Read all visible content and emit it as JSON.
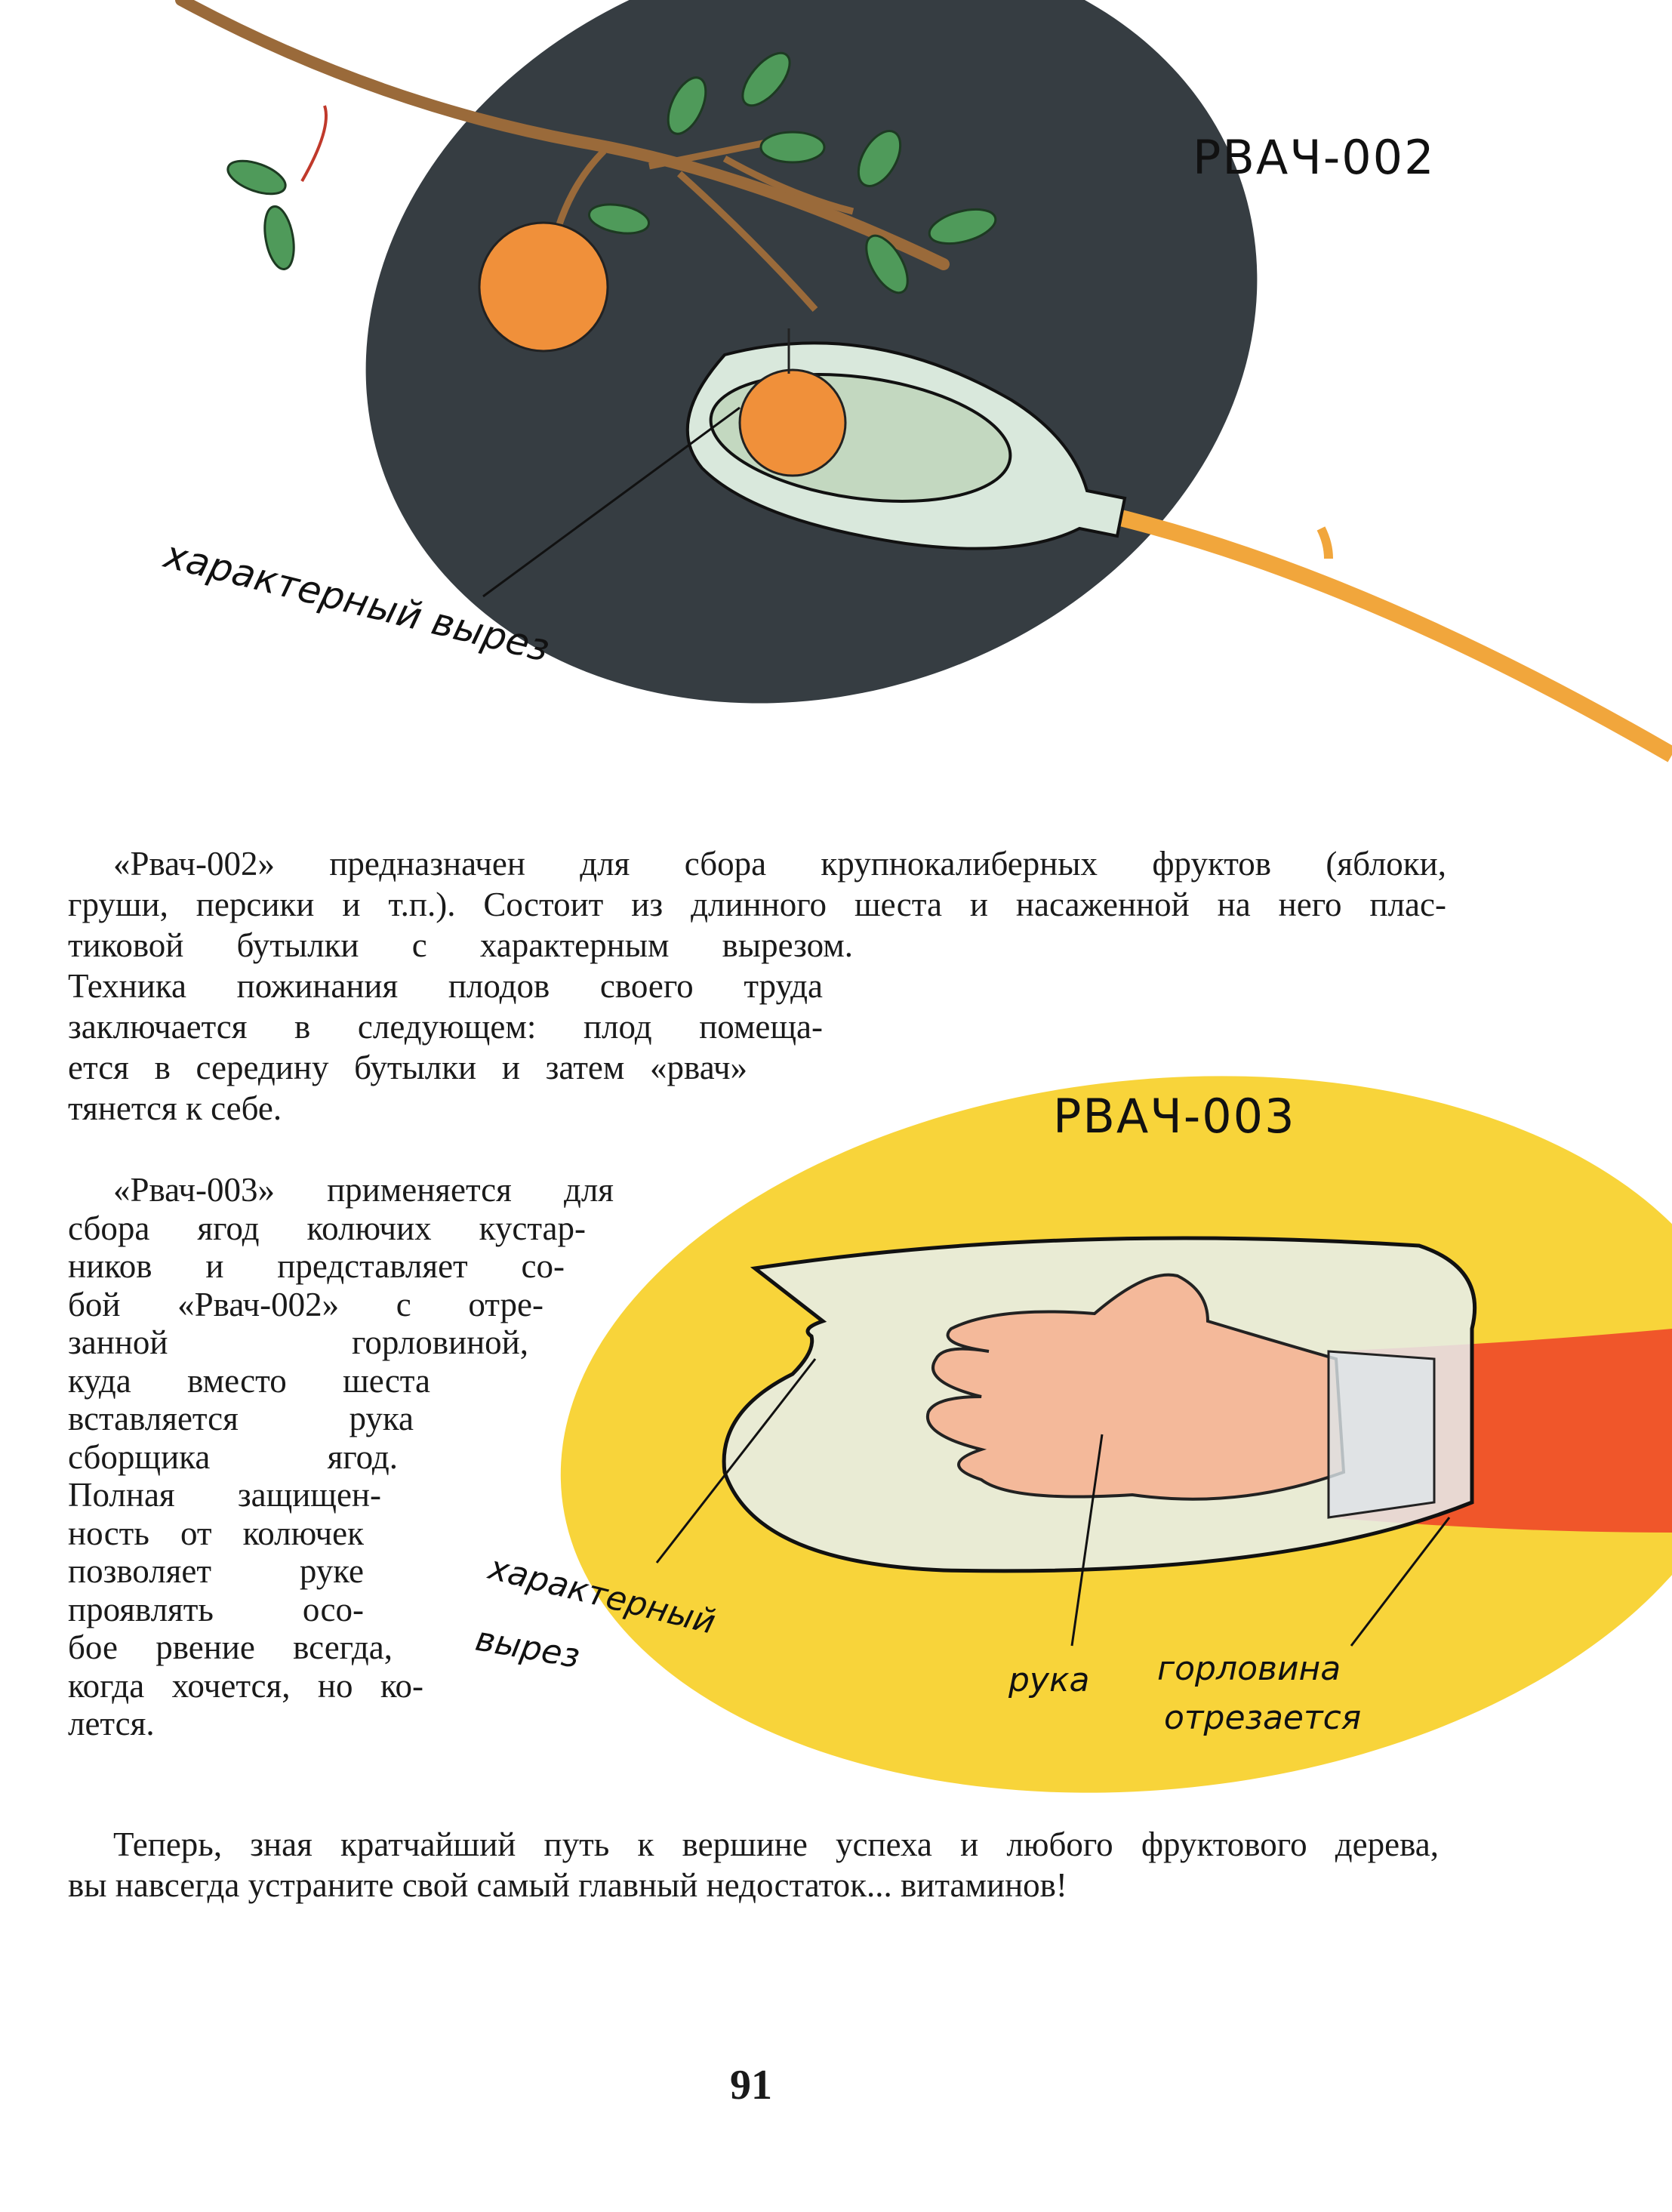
{
  "illustration_top": {
    "title": "РВАЧ-002",
    "callout": "характерный вырез"
  },
  "illustration_bottom": {
    "title": "РВАЧ-003",
    "callout_line1": "характерный",
    "callout_line2": "вырез",
    "hand_label": "рука",
    "neck_label_line1": "горловина",
    "neck_label_line2": "отрезается"
  },
  "colors": {
    "dark_blob": "#363d42",
    "yellow_blob": "#f8d43a",
    "sleeve": "#f0562a",
    "apple": "#f0903a",
    "leaf": "#4f9a5a",
    "branch": "#9a6a3a",
    "pole": "#f1a63c"
  },
  "paragraphs": [
    {
      "lines": [
        "«Рвач-002» предназначен для сбора крупнокалиберных фруктов (яблоки,",
        "груши, персики и т.п.). Состоит из длинного шеста и насаженной на него плас-",
        "тиковой бутылки с характерным вырезом.",
        "Техника пожинания плодов своего труда",
        "заключается в следующем: плод помеща-",
        "ется в середину бутылки и затем «рвач»",
        "тянется к себе."
      ]
    },
    {
      "lines": [
        "«Рвач-003» применяется для",
        "сбора ягод колючих кустар-",
        "ников и представляет со-",
        "бой «Рвач-002» с отре-",
        "занной горловиной,",
        "куда вместо шеста",
        "вставляется рука",
        "сборщика ягод.",
        "Полная защищен-",
        "ность от колючек",
        "позволяет руке",
        "проявлять осо-",
        "бое рвение всегда,",
        "когда хочется, но ко-",
        "лется."
      ]
    },
    {
      "lines": [
        "Теперь, зная кратчайший путь к вершине успеха и любого фруктового дерева,",
        "вы навсегда устраните свой самый главный недостаток... витаминов!"
      ]
    }
  ],
  "page_number": "91"
}
